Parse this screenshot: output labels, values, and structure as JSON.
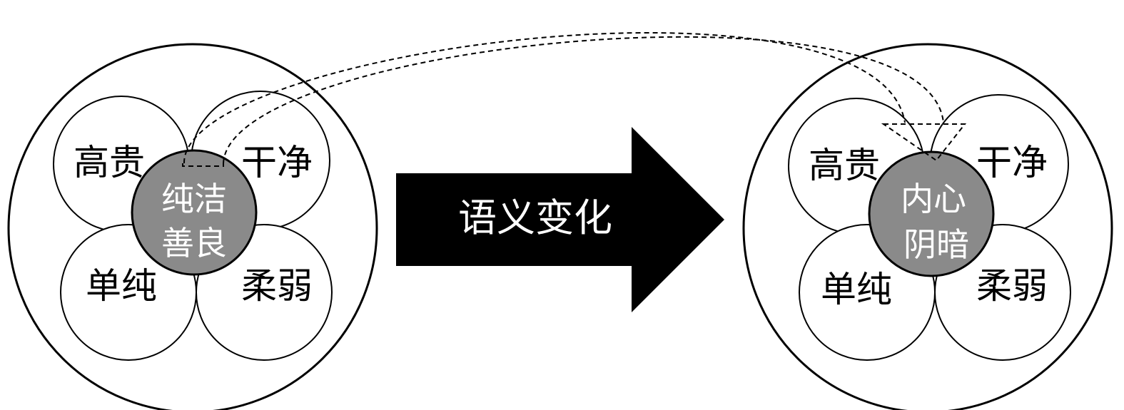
{
  "colors": {
    "core_fill": "#8a8a8a",
    "arrow_fill": "#000000",
    "outline": "#000000"
  },
  "left_cluster": {
    "petals": {
      "top_left": "高贵",
      "top_right": "干净",
      "bottom_left": "单纯",
      "bottom_right": "柔弱"
    },
    "core": {
      "line1": "纯洁",
      "line2": "善良"
    }
  },
  "arrow": {
    "label": "语义变化"
  },
  "right_cluster": {
    "petals": {
      "top_left": "高贵",
      "top_right": "干净",
      "bottom_left": "单纯",
      "bottom_right": "柔弱"
    },
    "core": {
      "line1": "内心",
      "line2": "阴暗"
    }
  }
}
